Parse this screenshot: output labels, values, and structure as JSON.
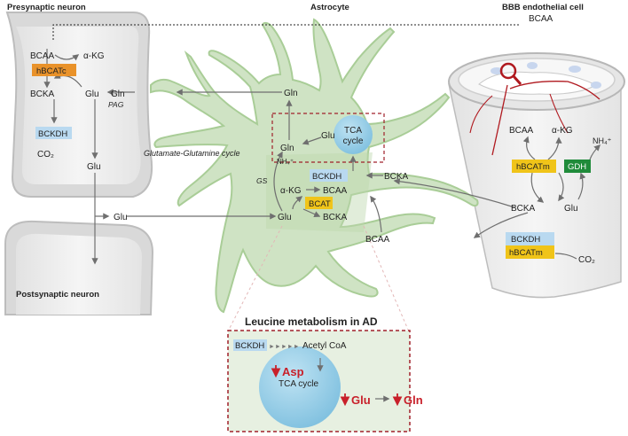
{
  "titles": {
    "presynaptic": "Presynaptic neuron",
    "astrocyte": "Astrocyte",
    "bbb": "BBB endothelial cell",
    "postsynaptic": "Postsynaptic neuron",
    "inset": "Leucine metabolism in AD"
  },
  "presynaptic": {
    "bcaa": "BCAA",
    "akg": "α-KG",
    "enzyme": "hBCATc",
    "bcka": "BCKA",
    "glu": "Glu",
    "gln": "Gln",
    "pag": "PAG",
    "bckdh": "BCKDH",
    "co2": "CO₂",
    "glu_down": "Glu"
  },
  "cycle_label": "Glutamate-Glutamine cycle",
  "synapse_glu": "Glu",
  "astrocyte": {
    "gln_top": "Gln",
    "gln": "Gln",
    "glu_tca": "Glu",
    "tca": [
      "TCA",
      "cycle"
    ],
    "nh4": "NH₄⁺",
    "gs": "GS",
    "bckdh": "BCKDH",
    "bcka": "BCKA",
    "akg": "α-KG",
    "bcaa": "BCAA",
    "bcat": "BCAT",
    "glu": "Glu",
    "bcka2": "BCKA",
    "bcaa_in": "BCAA"
  },
  "bbb": {
    "bcaa_top": "BCAA",
    "bcaa": "BCAA",
    "akg": "α-KG",
    "nh4": "NH₄⁺",
    "hbcatm": "hBCATm",
    "gdh": "GDH",
    "bcka": "BCKA",
    "glu": "Glu",
    "bckdh": "BCKDH",
    "hbcatm2": "hBCATm",
    "co2": "CO₂"
  },
  "inset": {
    "bckdh": "BCKDH",
    "chevrons": "►►►►►",
    "acetyl": "Acetyl CoA",
    "asp": "Asp",
    "tca": "TCA cycle",
    "glu": "Glu",
    "gln": "Gln"
  },
  "colors": {
    "orange": "#e9922a",
    "yellow": "#f0c419",
    "lightblue": "#b9d9f0",
    "green_dark": "#1f8b3a",
    "astro_fill": "#cfe3c4",
    "astro_stroke": "#a9cd97",
    "tca_fill": "#9fd0e6",
    "red": "#c8202a"
  }
}
